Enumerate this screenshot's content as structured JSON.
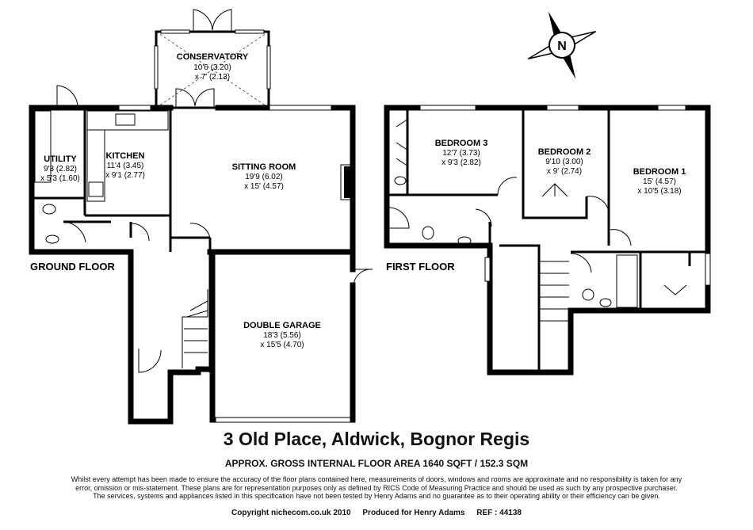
{
  "floors": {
    "ground": "GROUND FLOOR",
    "first": "FIRST FLOOR"
  },
  "rooms": {
    "conservatory": {
      "name": "CONSERVATORY",
      "dim1": "10'6 (3.20)",
      "dim2": "x 7' (2.13)"
    },
    "utility": {
      "name": "UTILITY",
      "dim1": "9'3 (2.82)",
      "dim2": "x 5'3 (1.60)"
    },
    "kitchen": {
      "name": "KITCHEN",
      "dim1": "11'4 (3.45)",
      "dim2": "x 9'1 (2.77)"
    },
    "sitting_room": {
      "name": "SITTING ROOM",
      "dim1": "19'9 (6.02)",
      "dim2": "x 15' (4.57)"
    },
    "double_garage": {
      "name": "DOUBLE GARAGE",
      "dim1": "18'3 (5.56)",
      "dim2": "x 15'5 (4.70)"
    },
    "bedroom3": {
      "name": "BEDROOM 3",
      "dim1": "12'7 (3.73)",
      "dim2": "x 9'3 (2.82)"
    },
    "bedroom2": {
      "name": "BEDROOM 2",
      "dim1": "9'10 (3.00)",
      "dim2": "x 9' (2.74)"
    },
    "bedroom1": {
      "name": "BEDROOM 1",
      "dim1": "15' (4.57)",
      "dim2": "x 10'5 (3.18)"
    }
  },
  "compass": {
    "letter": "N"
  },
  "title": "3 Old Place, Aldwick, Bognor Regis",
  "subtitle": "APPROX. GROSS INTERNAL FLOOR AREA 1640 SQFT / 152.3 SQM",
  "disclaimer": [
    "Whilst every attempt has been made to ensure the accuracy of the floor plans contained here, measurements of doors, windows and rooms are approximate and no responsibility is taken for any",
    "error, omission or mis-statement.  These plans are for representation purposes only as defined by RICS Code of Measuring Practice and should be used as such by any prospective purchaser.",
    "The services, systems and appliances listed in this specification have not been tested by Henry Adams and no guarantee as to their operating ability or their efficiency can be given."
  ],
  "footer": {
    "copyright": "Copyright nichecom.co.uk 2010",
    "produced": "Produced for Henry Adams",
    "ref": "REF : 44138"
  }
}
